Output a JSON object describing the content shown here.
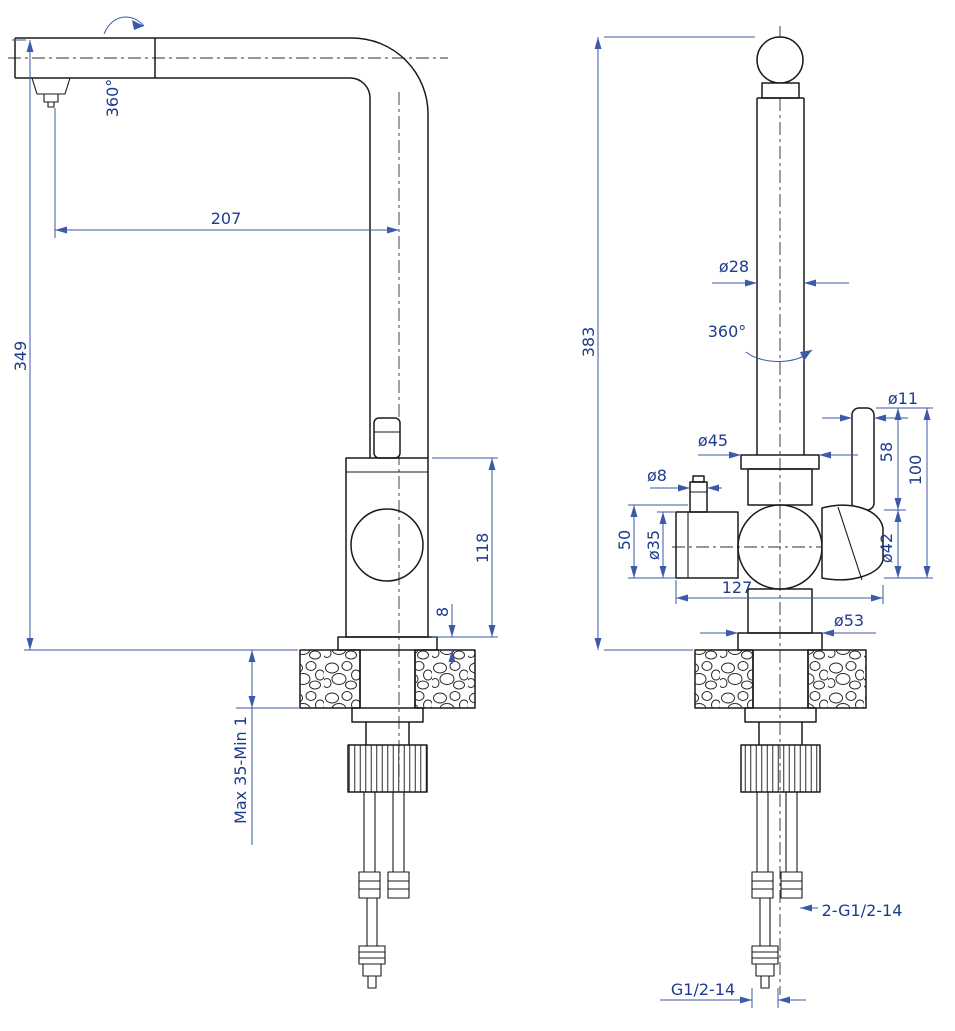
{
  "side_view": {
    "rotation_label": "360°",
    "reach": "207",
    "height": "349",
    "body_height": "118",
    "base_plate": "8",
    "mounting_range": "Max 35-Min 1"
  },
  "front_view": {
    "overall_height": "383",
    "pipe_dia": "ø28",
    "rotation_label": "360°",
    "body_dia": "ø45",
    "nozzle_dia": "ø8",
    "outlet_height": "50",
    "outlet_dia": "ø35",
    "body_span": "127",
    "flange_dia": "ø53",
    "handle_dia": "ø11",
    "handle_len": "58",
    "handle_total": "100",
    "handle_base_dia": "ø42",
    "hose_threads": "2-G1/2-14",
    "inlet_thread": "G1/2-14"
  },
  "colors": {
    "outline": "#1a1a1a",
    "dimension_line": "#3d5aa8",
    "dimension_text": "#1d3c8f",
    "background": "#ffffff"
  }
}
